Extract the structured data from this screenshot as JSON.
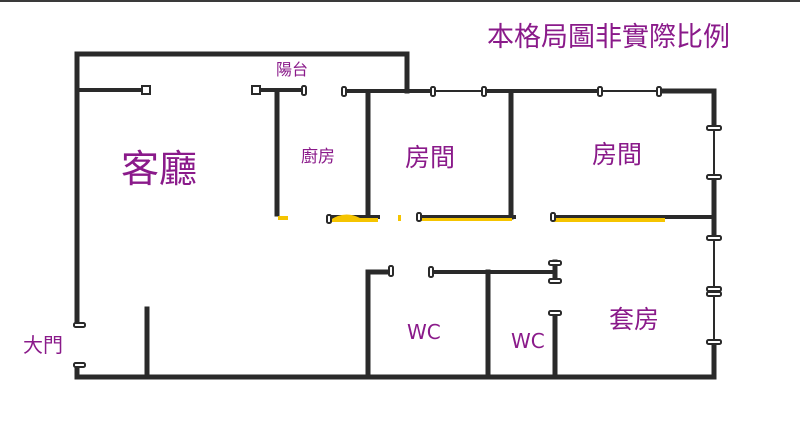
{
  "diagram": {
    "type": "floor-plan",
    "disclaimer": "本格局圖非實際比例",
    "text_color": "#8a1a8a",
    "wall_color": "#2a2a2a",
    "highlight_color": "#f5c400",
    "rooms": [
      {
        "id": "living",
        "label": "客廳"
      },
      {
        "id": "balcony",
        "label": "陽台"
      },
      {
        "id": "kitchen",
        "label": "廚房"
      },
      {
        "id": "bedroom1",
        "label": "房間"
      },
      {
        "id": "bedroom2",
        "label": "房間"
      },
      {
        "id": "wc1",
        "label": "WC"
      },
      {
        "id": "wc2",
        "label": "WC"
      },
      {
        "id": "master-suite",
        "label": "套房"
      },
      {
        "id": "main-door",
        "label": "大門"
      }
    ]
  }
}
